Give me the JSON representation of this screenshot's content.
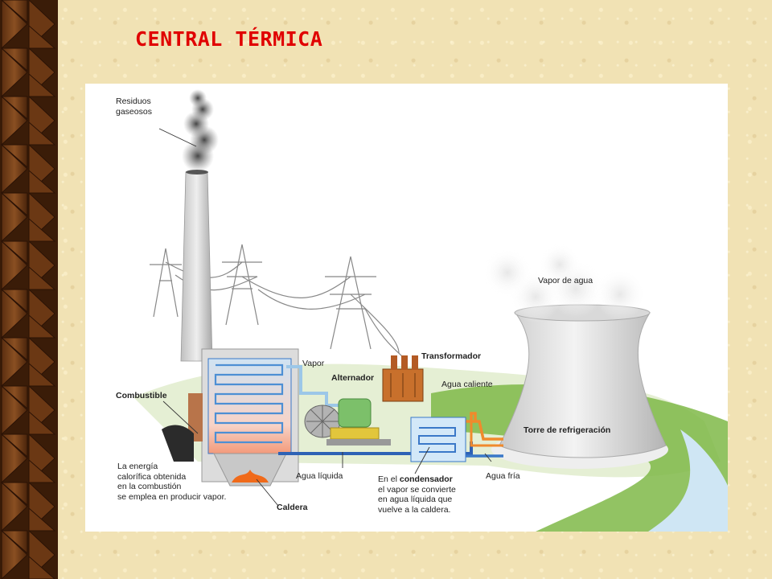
{
  "title": "CENTRAL TÉRMICA",
  "labels": {
    "residuos": "Residuos\ngaseosos",
    "vapor": "Vapor",
    "alternador": "Alternador",
    "transformador": "Transformador",
    "combustible": "Combustible",
    "energia": "La energía\ncalorífica obtenida\nen la combustión\nse emplea en producir vapor.",
    "caldera": "Caldera",
    "agua_liquida": "Agua líquida",
    "condensador_pre": "En el ",
    "condensador_bold": "condensador",
    "condensador_post": "\nel vapor se convierte\nen agua líquida que\nvuelve a la caldera.",
    "agua_caliente": "Agua caliente",
    "agua_fria": "Agua fría",
    "vapor_agua": "Vapor de agua",
    "torre": "Torre de refrigeración"
  },
  "colors": {
    "title": "#e00000",
    "hot_pipe": "#f08a2c",
    "cold_pipe": "#3a78c8",
    "steam_pipe": "#9cc7e8",
    "ground": "#e2ecd0",
    "water": "#cfe6f4"
  }
}
